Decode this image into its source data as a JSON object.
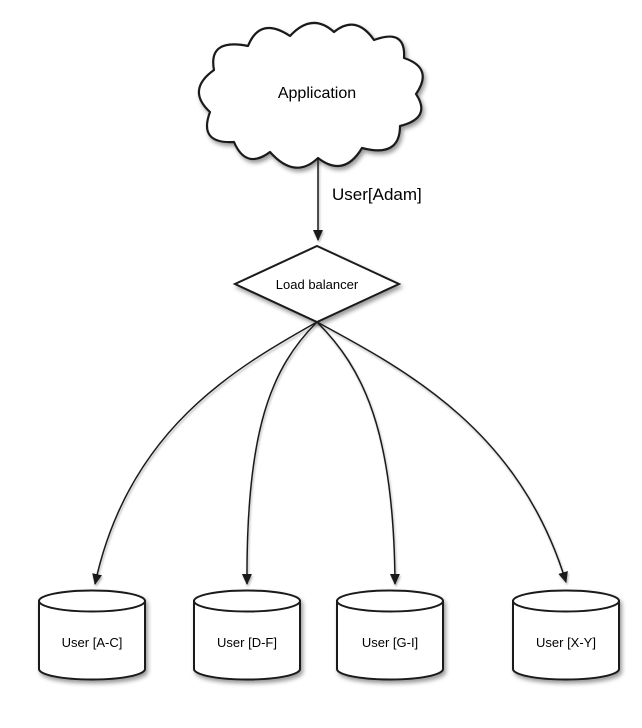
{
  "diagram": {
    "colors": {
      "background": "#ffffff",
      "stroke": "#1a1a1a",
      "shape_fill": "#ffffff",
      "text": "#000000"
    },
    "application": {
      "label": "Application",
      "shape": "cloud"
    },
    "request_edge": {
      "label": "User[Adam]"
    },
    "load_balancer": {
      "label": "Load balancer",
      "shape": "diamond"
    },
    "shards": [
      {
        "label": "User [A-C]",
        "shape": "cylinder"
      },
      {
        "label": "User [D-F]",
        "shape": "cylinder"
      },
      {
        "label": "User [G-I]",
        "shape": "cylinder"
      },
      {
        "label": "User [X-Y]",
        "shape": "cylinder"
      }
    ]
  }
}
